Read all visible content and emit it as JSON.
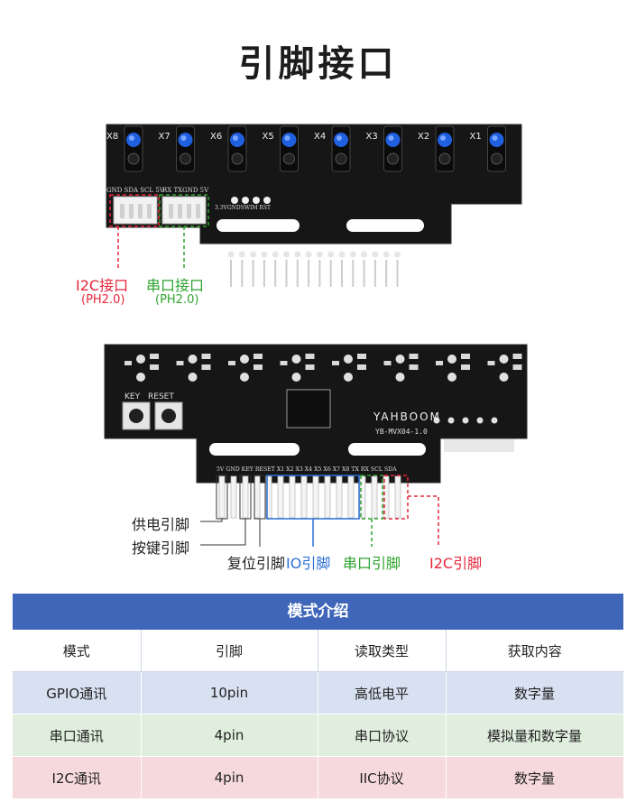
{
  "title": "引脚接口",
  "top_board": {
    "sensor_labels": [
      "X8",
      "X7",
      "X6",
      "X5",
      "X4",
      "X3",
      "X2",
      "X1"
    ],
    "i2c_silk": "GND SDA SCL 5V",
    "uart_silk": "RX TXGND 5V",
    "swd_silk": "3.3VGNDSWIM RST",
    "i2c_label": "I2C接口",
    "i2c_sub": "(PH2.0)",
    "uart_label": "串口接口",
    "uart_sub": "(PH2.0)"
  },
  "bottom_board": {
    "key_silk": "KEY",
    "reset_silk": "RESET",
    "brand": "YAHBOOM",
    "model": "YB-MVX04-1.0",
    "pin_silk": "5V GND KEY RESET X1 X2 X3 X4 X5 X6 X7 X8 TX RX SCL SDA",
    "power_label": "供电引脚",
    "key_label": "按键引脚",
    "reset_label": "复位引脚",
    "io_label": "IO引脚",
    "uart_label": "串口引脚",
    "i2c_label": "I2C引脚"
  },
  "table": {
    "title": "模式介绍",
    "headers": [
      "模式",
      "引脚",
      "读取类型",
      "获取内容"
    ],
    "rows": [
      [
        "GPIO通讯",
        "10pin",
        "高低电平",
        "数字量"
      ],
      [
        "串口通讯",
        "4pin",
        "串口协议",
        "模拟量和数字量"
      ],
      [
        "I2C通讯",
        "4pin",
        "IIC协议",
        "数字量"
      ]
    ]
  },
  "colors": {
    "red": "#e8253a",
    "green": "#2ea42e",
    "blue": "#2c6fd6",
    "header": "#3f66b8"
  }
}
